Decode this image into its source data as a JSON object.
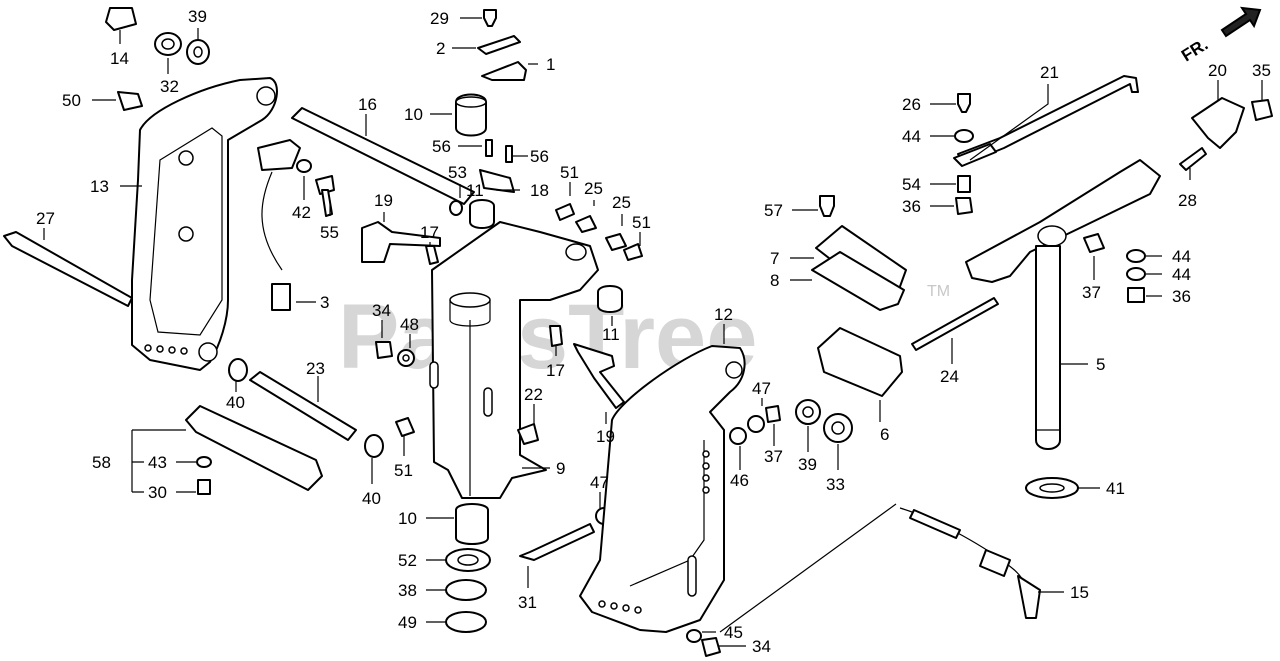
{
  "watermark": {
    "text": "PartsTree",
    "tm": "TM"
  },
  "orientation": {
    "label": "FR.",
    "icon": "front-arrow-icon"
  },
  "callouts": [
    "14",
    "39",
    "32",
    "50",
    "13",
    "27",
    "29",
    "2",
    "1",
    "16",
    "10",
    "56",
    "56",
    "53",
    "11",
    "18",
    "42",
    "55",
    "3",
    "19",
    "17",
    "51",
    "25",
    "25",
    "51",
    "34",
    "48",
    "11",
    "17",
    "22",
    "19",
    "9",
    "23",
    "40",
    "51",
    "40",
    "58",
    "43",
    "30",
    "10",
    "52",
    "38",
    "49",
    "31",
    "47",
    "12",
    "47",
    "46",
    "37",
    "39",
    "33",
    "6",
    "21",
    "26",
    "44",
    "54",
    "36",
    "57",
    "7",
    "8",
    "20",
    "35",
    "28",
    "44",
    "44",
    "36",
    "37",
    "24",
    "5",
    "41",
    "15",
    "45",
    "34"
  ]
}
